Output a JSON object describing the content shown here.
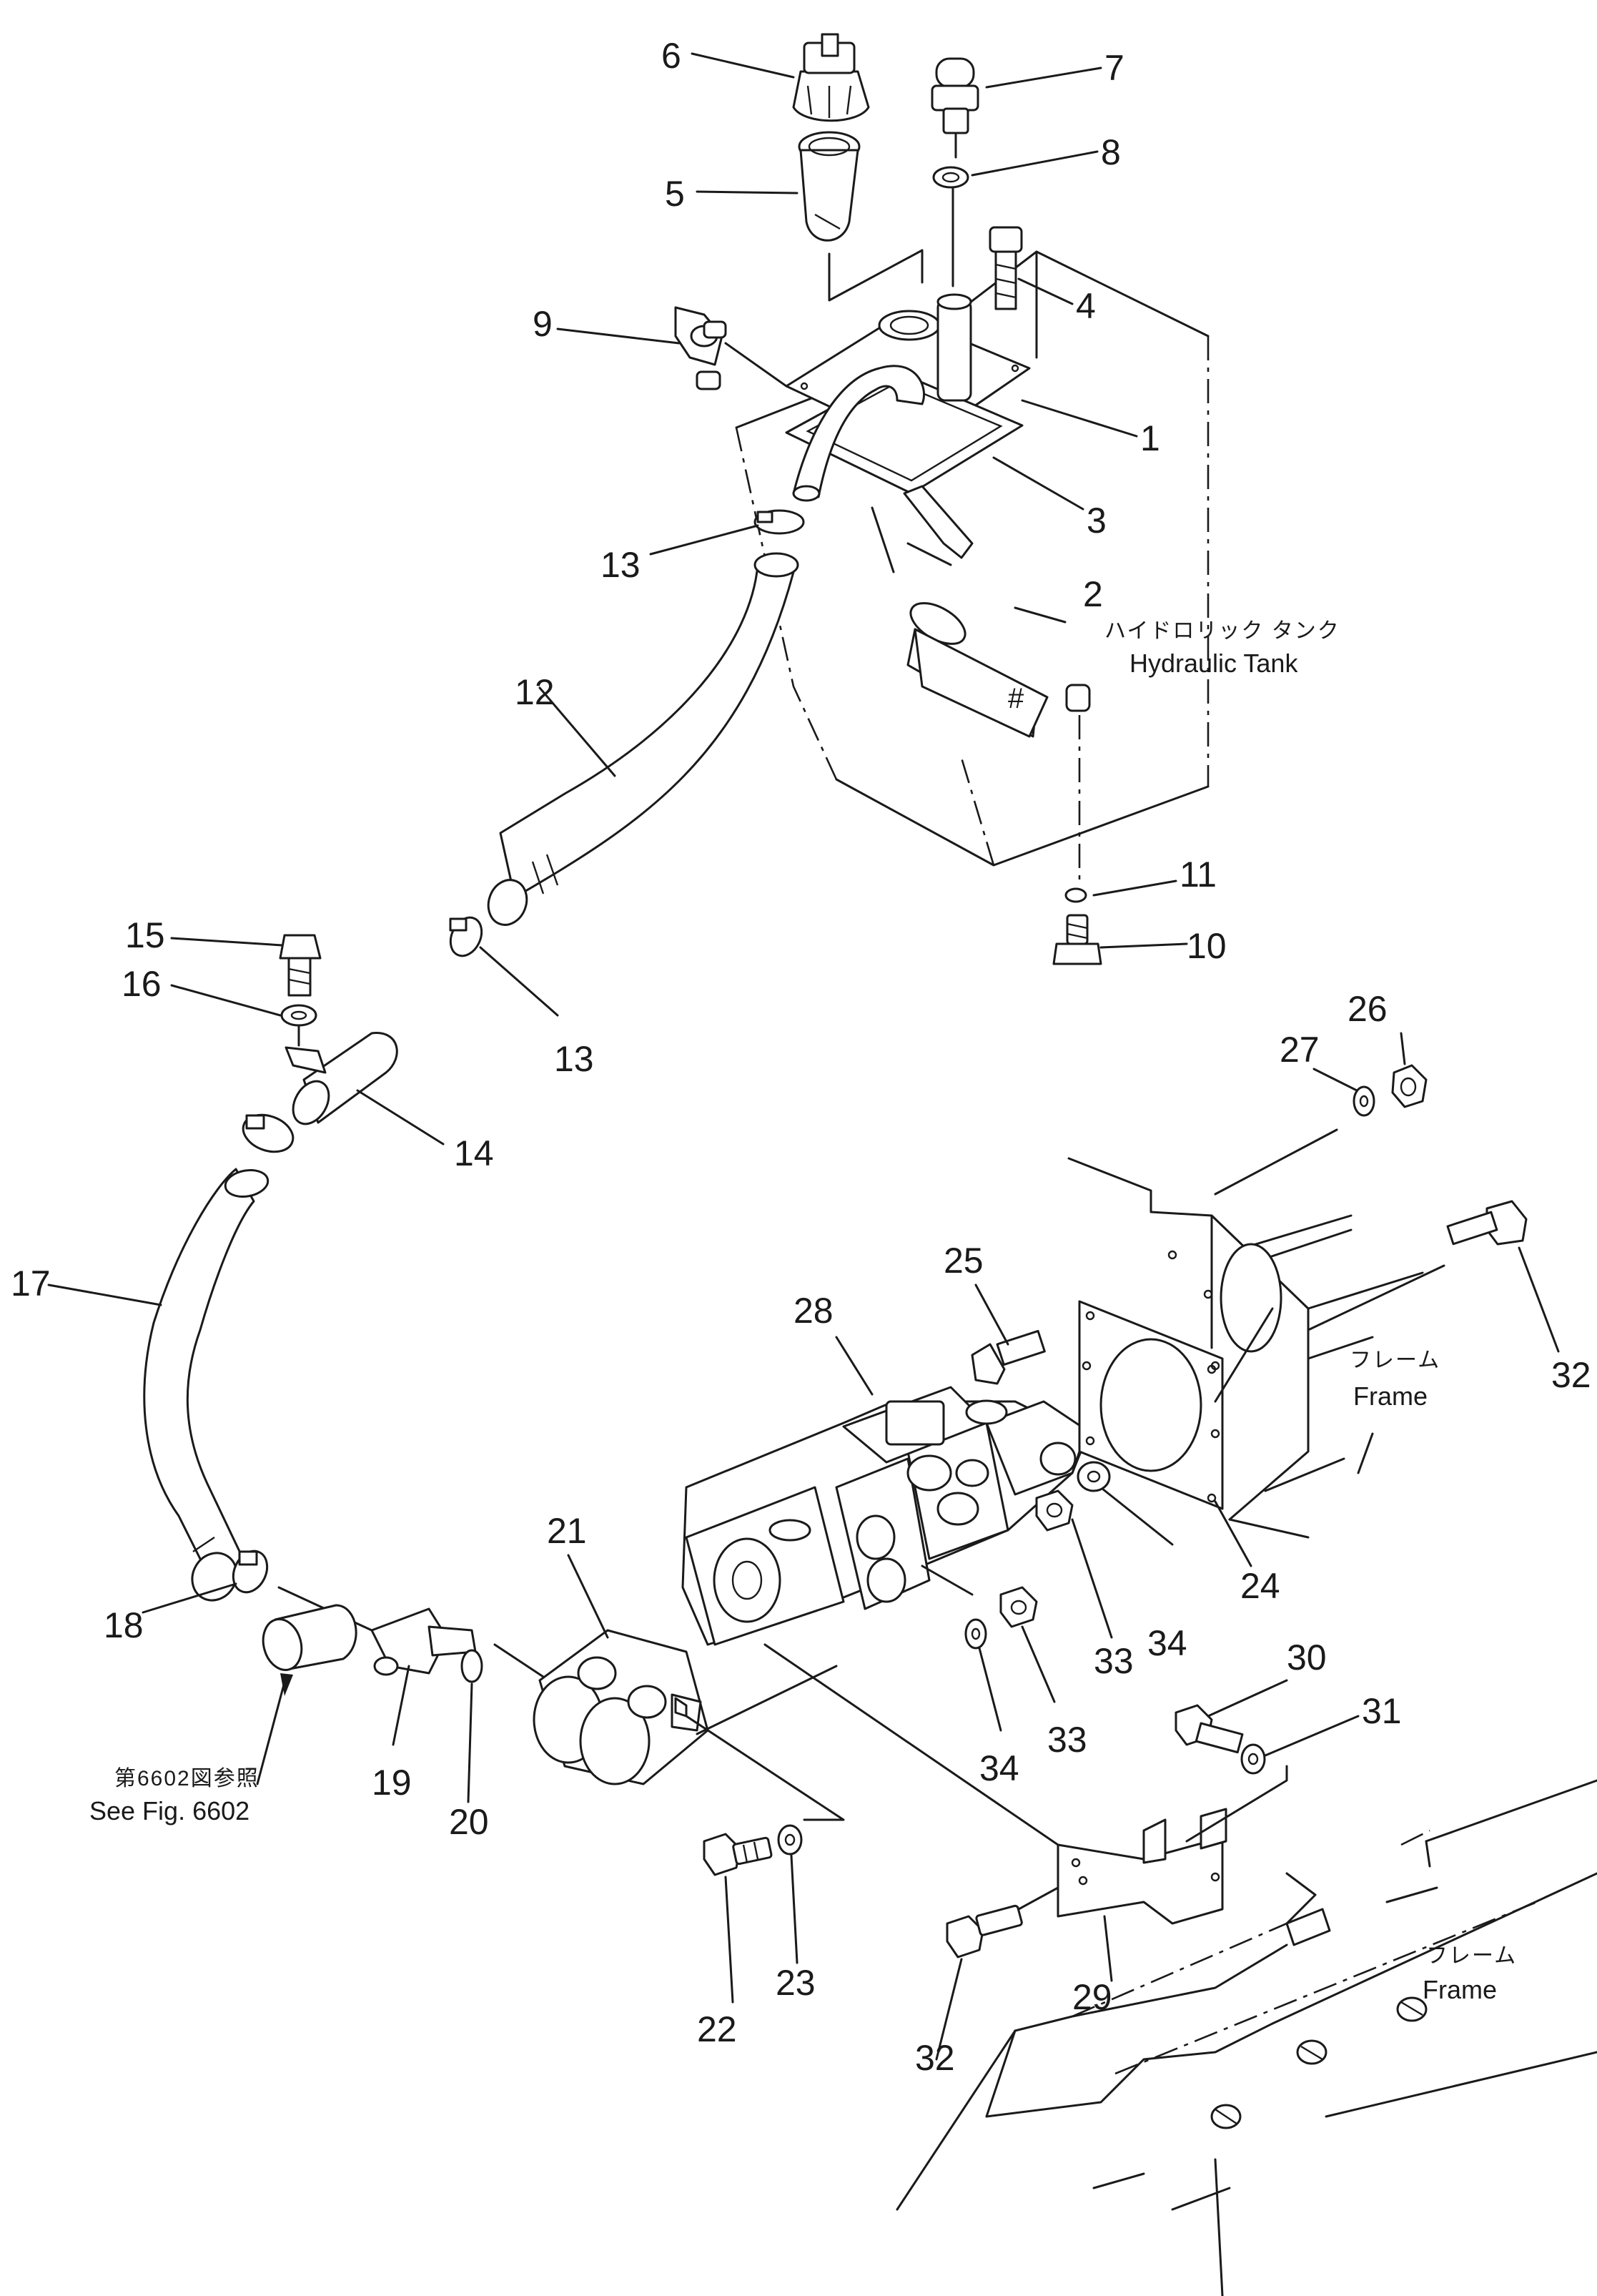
{
  "diagram": {
    "part_numbers": [
      "1",
      "2",
      "3",
      "4",
      "5",
      "6",
      "7",
      "8",
      "9",
      "10",
      "11",
      "12",
      "13",
      "13",
      "14",
      "15",
      "16",
      "17",
      "18",
      "19",
      "20",
      "21",
      "22",
      "23",
      "24",
      "25",
      "26",
      "27",
      "28",
      "29",
      "30",
      "31",
      "32",
      "32",
      "33",
      "33",
      "34",
      "34"
    ],
    "labels": {
      "hydraulic_tank_jp": "ハイドロリック タンク",
      "hydraulic_tank_en": "Hydraulic Tank",
      "frame_jp": "フレーム",
      "frame_en": "Frame",
      "see_fig_jp": "第6602図参照",
      "see_fig_en": "See Fig. 6602"
    }
  }
}
